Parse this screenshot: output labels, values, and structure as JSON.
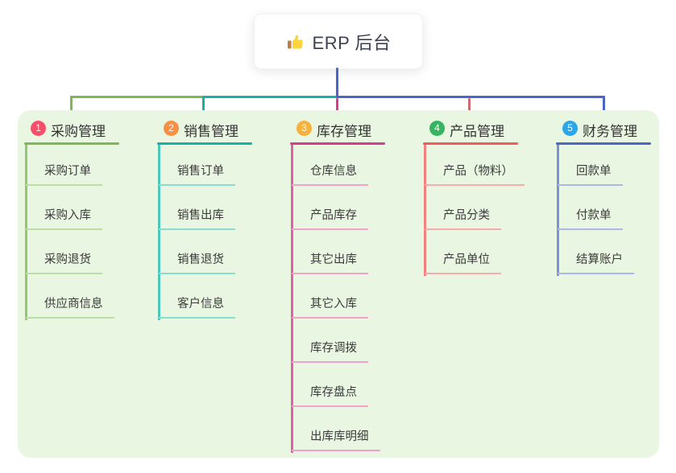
{
  "root": {
    "label": "ERP 后台",
    "icon": "thumbs-up-icon"
  },
  "canvas": {
    "background_color": "#e9f6e2"
  },
  "connector_colors": {
    "purchase": "#7cb94e",
    "sales": "#14b3a5",
    "inventory": "#d63d92",
    "product": "#f15b5e",
    "finance": "#4a66cc",
    "root_stem": "#4a66cc"
  },
  "branches": [
    {
      "index": "1",
      "title": "采购管理",
      "badge_color": "#f8506a",
      "line_color": "#7cb94e",
      "sub_line_color": "#bedfa4",
      "items": [
        "采购订单",
        "采购入库",
        "采购退货",
        "供应商信息"
      ]
    },
    {
      "index": "2",
      "title": "销售管理",
      "badge_color": "#f78f44",
      "line_color": "#14b3a5",
      "sub_line_color": "#8bdcd2",
      "items": [
        "销售订单",
        "销售出库",
        "销售退货",
        "客户信息"
      ]
    },
    {
      "index": "3",
      "title": "库存管理",
      "badge_color": "#f7b13c",
      "line_color": "#d63d92",
      "sub_line_color": "#f0a2ca",
      "items": [
        "仓库信息",
        "产品库存",
        "其它出库",
        "其它入库",
        "库存调拨",
        "库存盘点",
        "出库库明细"
      ]
    },
    {
      "index": "4",
      "title": "产品管理",
      "badge_color": "#36b460",
      "line_color": "#f15b5e",
      "sub_line_color": "#f8abaa",
      "items": [
        "产品（物料）",
        "产品分类",
        "产品单位"
      ]
    },
    {
      "index": "5",
      "title": "财务管理",
      "badge_color": "#2ba6e8",
      "line_color": "#4a66cc",
      "sub_line_color": "#aab9e6",
      "items": [
        "回款单",
        "付款单",
        "结算账户"
      ]
    }
  ]
}
